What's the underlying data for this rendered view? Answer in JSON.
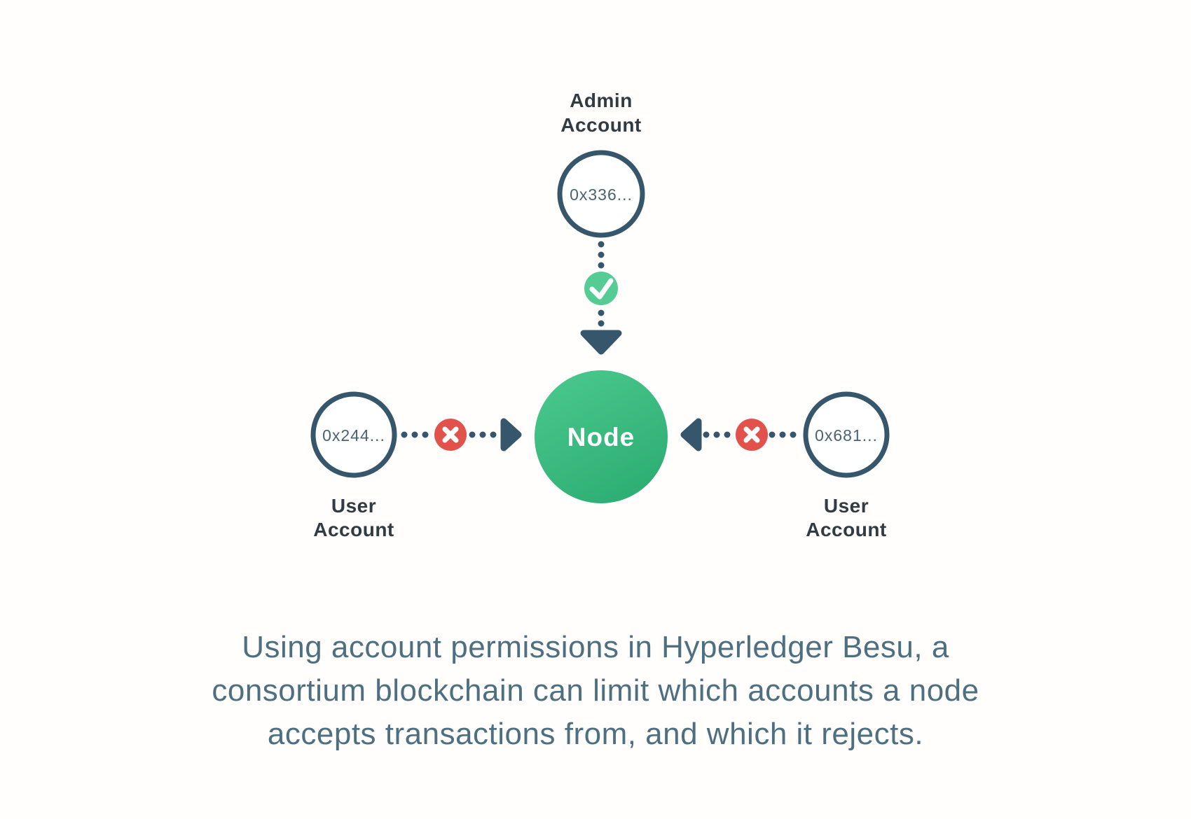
{
  "diagram": {
    "admin_account": {
      "label_line1": "Admin",
      "label_line2": "Account",
      "address": "0x336..."
    },
    "node": {
      "label": "Node"
    },
    "left_user_account": {
      "label_line1": "User",
      "label_line2": "Account",
      "address": "0x244..."
    },
    "right_user_account": {
      "label_line1": "User",
      "label_line2": "Account",
      "address": "0x681..."
    },
    "icons": {
      "allow": "check-icon",
      "deny": "x-icon",
      "flow": "arrow-icon"
    }
  },
  "caption": {
    "lines": [
      "Using account permissions in Hyperledger Besu, a",
      "consortium blockchain can limit which accounts a node",
      "accepts transactions from, and which it rejects."
    ]
  },
  "colors": {
    "background": "#FFFEFD",
    "outline_slate": "#35566B",
    "label_text": "#303B43",
    "address_text": "#4A6372",
    "node_green_light": "#4CCA90",
    "node_green_dark": "#2EAF74",
    "check_green": "#54CC93",
    "deny_red": "#E2524D",
    "caption_text": "#4E6F80"
  }
}
